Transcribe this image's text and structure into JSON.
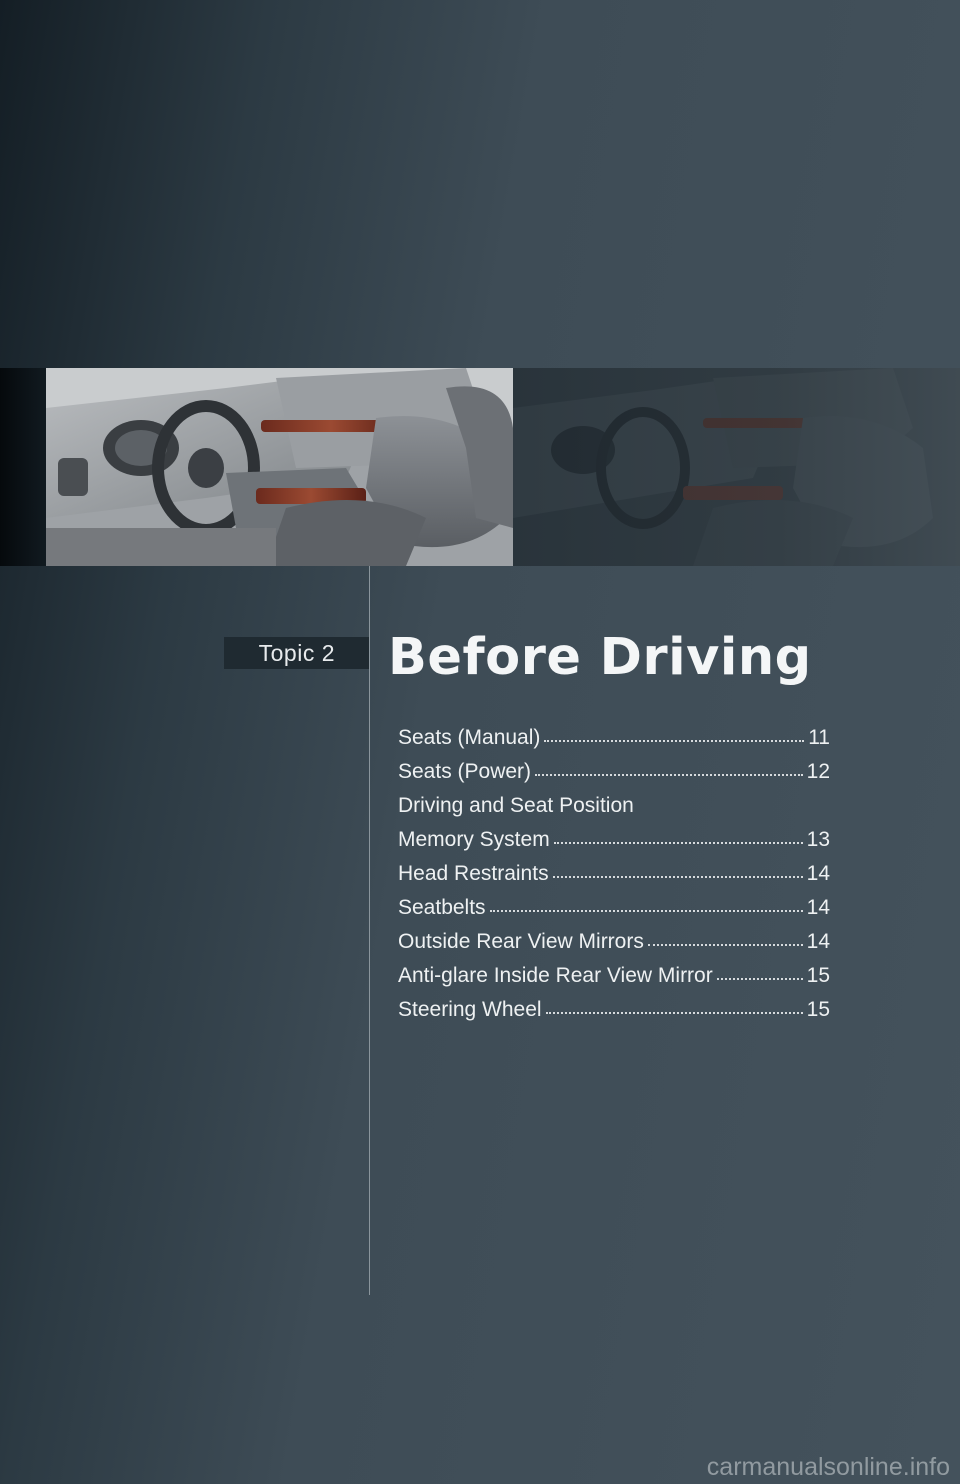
{
  "topic": {
    "label": "Topic 2"
  },
  "section": {
    "title": "Before Driving"
  },
  "toc": {
    "entries": [
      {
        "label": "Seats (Manual)",
        "page": "11"
      },
      {
        "label": "Seats (Power)",
        "page": "12"
      },
      {
        "label": "Driving and Seat Position",
        "page": ""
      },
      {
        "label": "Memory System",
        "page": "13"
      },
      {
        "label": "Head Restraints",
        "page": "14"
      },
      {
        "label": "Seatbelts",
        "page": "14"
      },
      {
        "label": "Outside Rear View Mirrors",
        "page": "14"
      },
      {
        "label": "Anti-glare Inside Rear View Mirror",
        "page": "15"
      },
      {
        "label": "Steering Wheel",
        "page": "15"
      }
    ]
  },
  "watermark": {
    "text": "carmanualsonline.info"
  },
  "colors": {
    "background": "#44525c",
    "topic_tag": "#1f2a31",
    "text": "#f2f4f5"
  }
}
